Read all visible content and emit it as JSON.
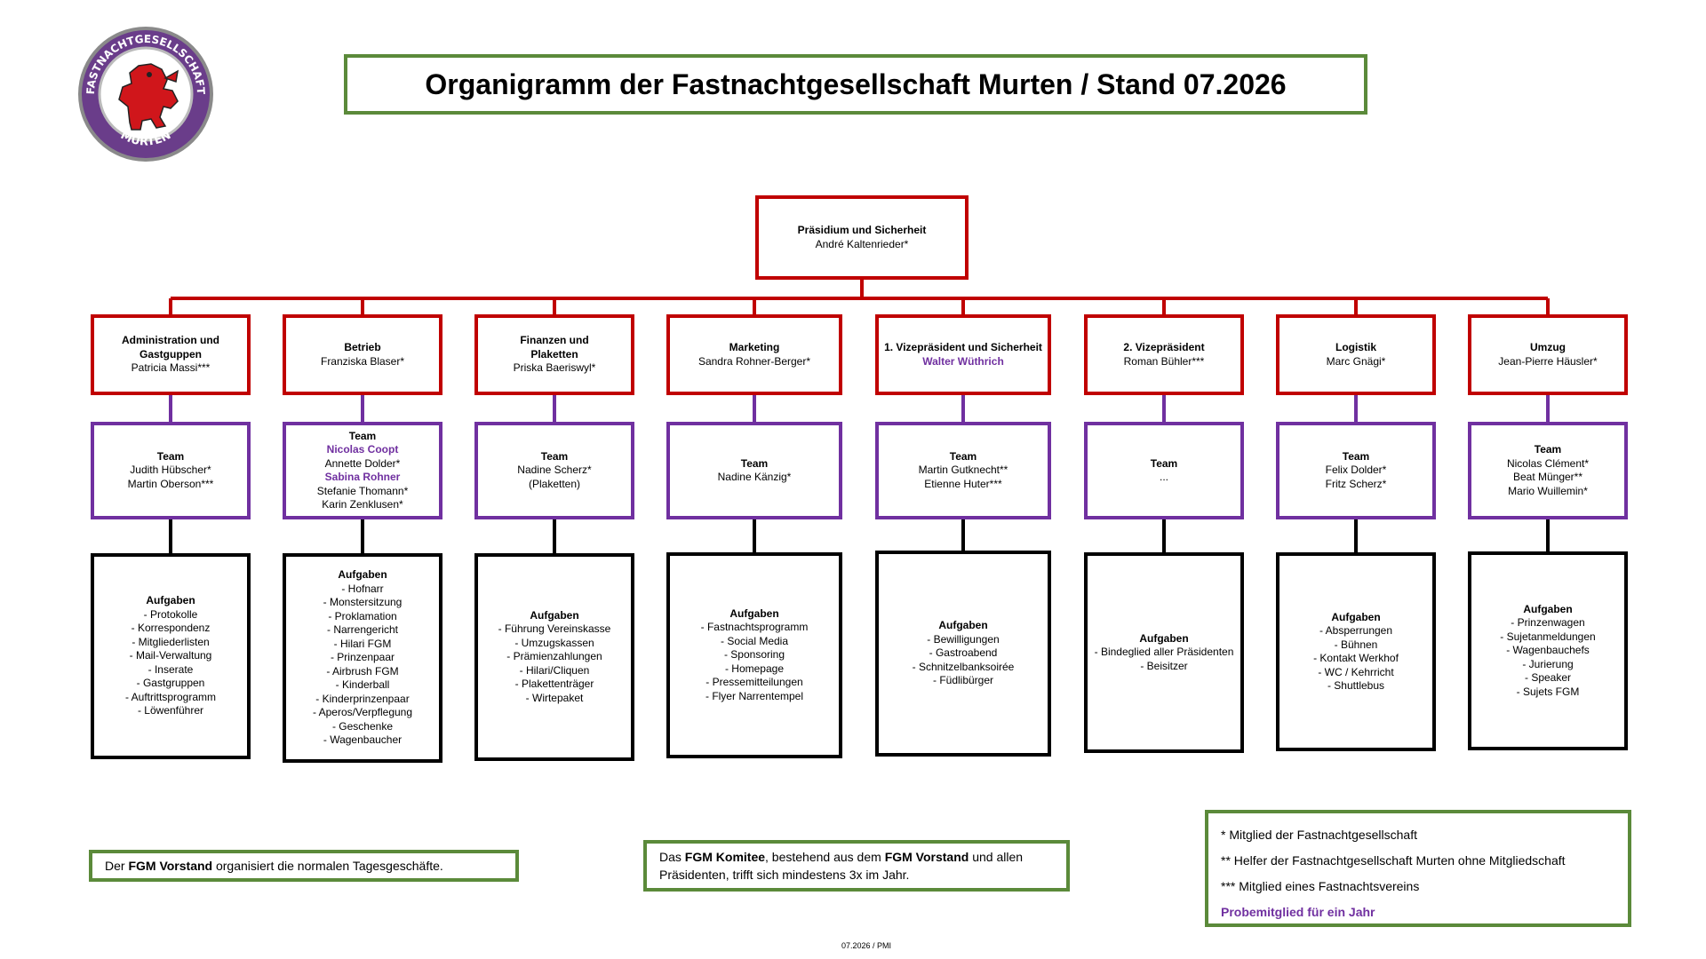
{
  "logo": {
    "text_top": "FASTNACHTGESELLSCHAFT",
    "text_bottom": "MURTEN",
    "icon": "lion-emblem-icon"
  },
  "title": "Organigramm der Fastnachtgesellschaft Murten / Stand 07.2026",
  "president": {
    "title": "Präsidium und Sicherheit",
    "name": "André Kaltenrieder*"
  },
  "departments": [
    {
      "title": [
        "Administration und",
        "Gastguppen"
      ],
      "head": "Patricia Massi***",
      "head_probation": false,
      "team": [
        {
          "text": "Team",
          "bold": true
        },
        {
          "text": "Judith Hübscher*"
        },
        {
          "text": "Martin Oberson***"
        }
      ],
      "tasks": [
        "Aufgaben",
        "- Protokolle",
        "- Korrespondenz",
        "- Mitgliederlisten",
        "- Mail-Verwaltung",
        "- Inserate",
        "- Gastgruppen",
        "- Auftrittsprogramm",
        "- Löwenführer"
      ]
    },
    {
      "title": [
        "Betrieb"
      ],
      "head": "Franziska Blaser*",
      "head_probation": false,
      "team": [
        {
          "text": "Team",
          "bold": true
        },
        {
          "text": "Nicolas Coopt",
          "probation": true
        },
        {
          "text": "Annette Dolder*"
        },
        {
          "text": "Sabina Rohner",
          "probation": true
        },
        {
          "text": "Stefanie Thomann*"
        },
        {
          "text": "Karin Zenklusen*"
        }
      ],
      "tasks": [
        "Aufgaben",
        "- Hofnarr",
        "- Monstersitzung",
        "- Proklamation",
        "- Narrengericht",
        "- Hilari FGM",
        "- Prinzenpaar",
        "- Airbrush FGM",
        "- Kinderball",
        "- Kinderprinzenpaar",
        "- Aperos/Verpflegung",
        "- Geschenke",
        "- Wagenbaucher"
      ]
    },
    {
      "title": [
        "Finanzen und",
        "Plaketten"
      ],
      "head": "Priska Baeriswyl*",
      "head_probation": false,
      "team": [
        {
          "text": "Team",
          "bold": true
        },
        {
          "text": "Nadine Scherz*"
        },
        {
          "text": "(Plaketten)"
        }
      ],
      "tasks": [
        "Aufgaben",
        "- Führung Vereinskasse",
        "- Umzugskassen",
        "- Prämienzahlungen",
        "- Hilari/Cliquen",
        "- Plakettenträger",
        "- Wirtepaket"
      ]
    },
    {
      "title": [
        "Marketing"
      ],
      "head": "Sandra Rohner-Berger*",
      "head_probation": false,
      "team": [
        {
          "text": "Team",
          "bold": true
        },
        {
          "text": "Nadine Känzig*"
        }
      ],
      "tasks": [
        "Aufgaben",
        "- Fastnachtsprogramm",
        "- Social Media",
        "- Sponsoring",
        "- Homepage",
        "- Pressemitteilungen",
        "- Flyer Narrentempel"
      ]
    },
    {
      "title": [
        "1. Vizepräsident und Sicherheit"
      ],
      "head": "Walter Wüthrich",
      "head_probation": true,
      "team": [
        {
          "text": "Team",
          "bold": true
        },
        {
          "text": "Martin Gutknecht**"
        },
        {
          "text": "Etienne Huter***"
        }
      ],
      "tasks": [
        "Aufgaben",
        "- Bewilligungen",
        "- Gastroabend",
        "- Schnitzelbanksoirée",
        "- Füdlibürger"
      ]
    },
    {
      "title": [
        "2. Vizepräsident"
      ],
      "head": "Roman Bühler***",
      "head_probation": false,
      "team": [
        {
          "text": "Team",
          "bold": true
        },
        {
          "text": "..."
        }
      ],
      "tasks": [
        "Aufgaben",
        "- Bindeglied aller Präsidenten",
        "- Beisitzer"
      ]
    },
    {
      "title": [
        "Logistik"
      ],
      "head": "Marc Gnägi*",
      "head_probation": false,
      "team": [
        {
          "text": "Team",
          "bold": true
        },
        {
          "text": "Felix Dolder*"
        },
        {
          "text": "Fritz Scherz*"
        }
      ],
      "tasks": [
        "Aufgaben",
        "- Absperrungen",
        "- Bühnen",
        "- Kontakt Werkhof",
        "- WC / Kehrricht",
        "- Shuttlebus"
      ]
    },
    {
      "title": [
        "Umzug"
      ],
      "head": "Jean-Pierre Häusler*",
      "head_probation": false,
      "team": [
        {
          "text": "Team",
          "bold": true
        },
        {
          "text": "Nicolas Clément*"
        },
        {
          "text": "Beat Münger**"
        },
        {
          "text": "Mario Wuillemin*"
        }
      ],
      "tasks": [
        "Aufgaben",
        "- Prinzenwagen",
        "- Sujetanmeldungen",
        "- Wagenbauchefs",
        "- Jurierung",
        "- Speaker",
        "- Sujets FGM"
      ]
    }
  ],
  "notes": {
    "vorstand": {
      "pre": "Der ",
      "bold": "FGM Vorstand",
      "post": " organisiert die normalen Tagesgeschäfte."
    },
    "komitee": {
      "p1": "Das ",
      "b1": "FGM Komitee",
      "p2": ", bestehend aus dem ",
      "b2": "FGM Vorstand",
      "p3": " und allen",
      "line2": "Präsidenten, trifft sich mindestens 3x im Jahr."
    }
  },
  "legend": [
    "* Mitglied der Fastnachtgesellschaft",
    "** Helfer der Fastnachtgesellschaft Murten ohne Mitgliedschaft",
    "*** Mitglied eines Fastnachtsvereins",
    "Probemitglied für ein Jahr"
  ],
  "colors": {
    "president": "#c00000",
    "team": "#7030a0",
    "tasks": "#000000",
    "notes": "#5b8a3a",
    "probation": "#7030a0"
  },
  "footer": "07.2026 / PMI"
}
